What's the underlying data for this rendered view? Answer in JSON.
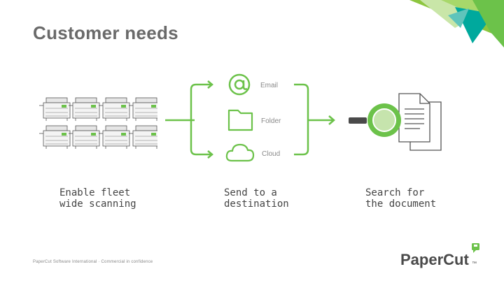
{
  "slide": {
    "title": "Customer needs",
    "footer": "PaperCut Software International · Commercial in confidence"
  },
  "destinations": {
    "email": "Email",
    "folder": "Folder",
    "cloud": "Cloud"
  },
  "captions": {
    "scan": "Enable fleet\nwide scanning",
    "send": "Send to a\ndestination",
    "search": "Search for\nthe document"
  },
  "logo": {
    "text": "PaperCut",
    "trademark": "™"
  },
  "colors": {
    "brand_green": "#6cc24a",
    "teal": "#00a99d",
    "lime": "#8dc63f",
    "title_gray": "#6a6a6a"
  }
}
